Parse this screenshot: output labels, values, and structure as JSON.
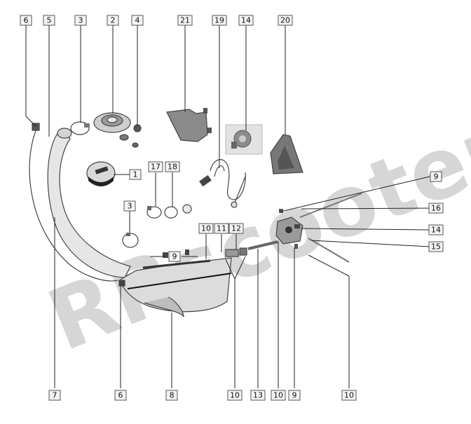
{
  "watermark": "RRscooters",
  "callouts": [
    {
      "id": "c6a",
      "label": "6"
    },
    {
      "id": "c5",
      "label": "5"
    },
    {
      "id": "c3a",
      "label": "3"
    },
    {
      "id": "c2",
      "label": "2"
    },
    {
      "id": "c4",
      "label": "4"
    },
    {
      "id": "c21",
      "label": "21"
    },
    {
      "id": "c19",
      "label": "19"
    },
    {
      "id": "c14a",
      "label": "14"
    },
    {
      "id": "c20",
      "label": "20"
    },
    {
      "id": "c1",
      "label": "1"
    },
    {
      "id": "c17",
      "label": "17"
    },
    {
      "id": "c18",
      "label": "18"
    },
    {
      "id": "c9a",
      "label": "9"
    },
    {
      "id": "c16",
      "label": "16"
    },
    {
      "id": "c3b",
      "label": "3"
    },
    {
      "id": "c10a",
      "label": "10"
    },
    {
      "id": "c11",
      "label": "11"
    },
    {
      "id": "c12",
      "label": "12"
    },
    {
      "id": "c14b",
      "label": "14"
    },
    {
      "id": "c15",
      "label": "15"
    },
    {
      "id": "c9b",
      "label": "9"
    },
    {
      "id": "c7",
      "label": "7"
    },
    {
      "id": "c6b",
      "label": "6"
    },
    {
      "id": "c8",
      "label": "8"
    },
    {
      "id": "c10b",
      "label": "10"
    },
    {
      "id": "c13",
      "label": "13"
    },
    {
      "id": "c10c",
      "label": "10"
    },
    {
      "id": "c9c",
      "label": "9"
    },
    {
      "id": "c10d",
      "label": "10"
    }
  ]
}
